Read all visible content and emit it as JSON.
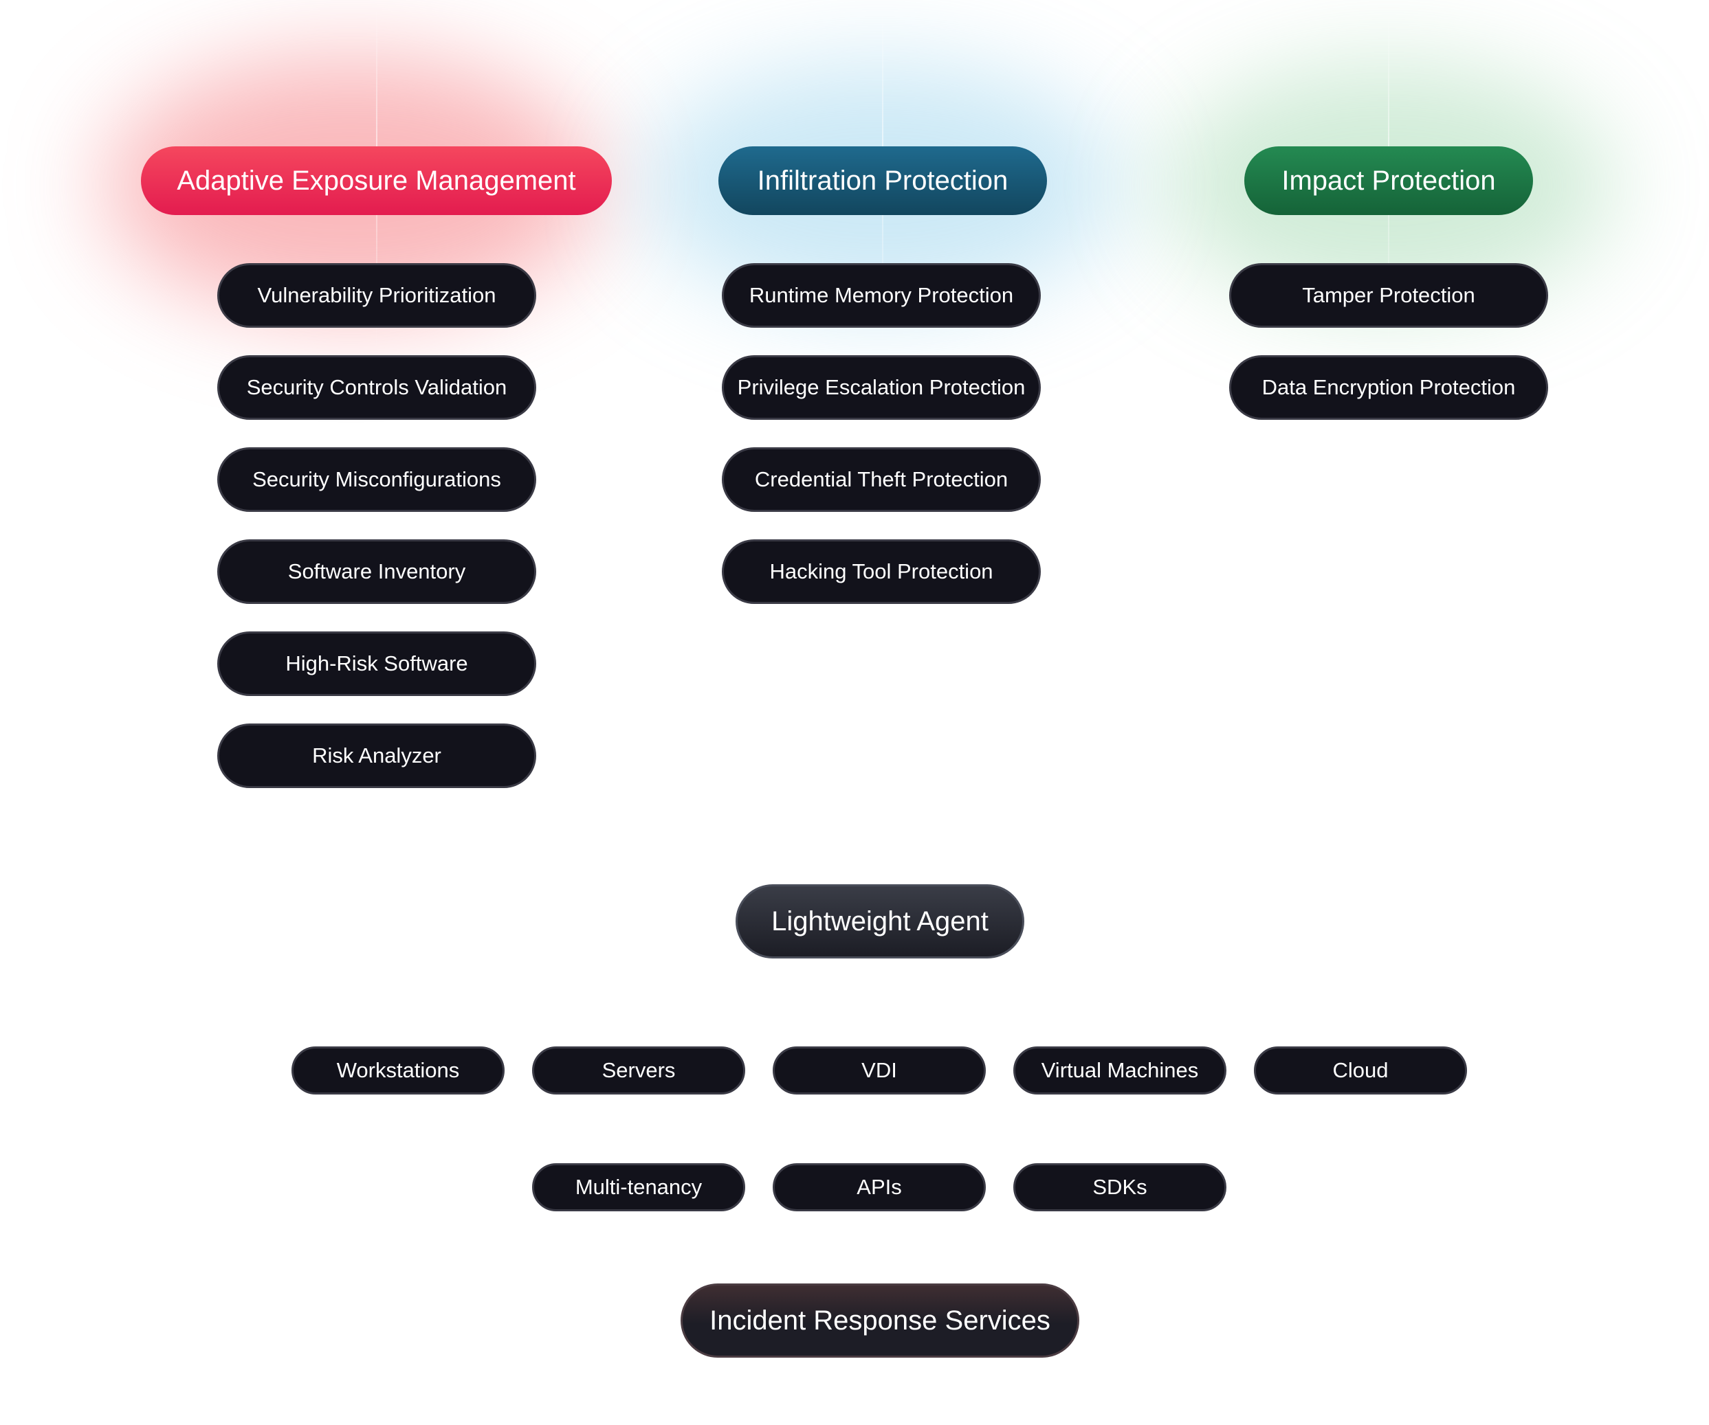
{
  "headers": {
    "exposure": "Adaptive Exposure Management",
    "infiltration": "Infiltration Protection",
    "impact": "Impact Protection"
  },
  "exposure_items": [
    "Vulnerability Prioritization",
    "Security Controls Validation",
    "Security Misconfigurations",
    "Software Inventory",
    "High-Risk Software",
    "Risk Analyzer"
  ],
  "infiltration_items": [
    "Runtime Memory Protection",
    "Privilege Escalation Protection",
    "Credential Theft Protection",
    "Hacking Tool Protection"
  ],
  "impact_items": [
    "Tamper Protection",
    "Data Encryption Protection"
  ],
  "agent": "Lightweight Agent",
  "platforms_row1": [
    "Workstations",
    "Servers",
    "VDI",
    "Virtual Machines",
    "Cloud"
  ],
  "platforms_row2": [
    "Multi-tenancy",
    "APIs",
    "SDKs"
  ],
  "services": "Incident Response Services",
  "colors": {
    "exposure": "#e8254f",
    "infiltration": "#1a5a7a",
    "impact": "#1d7645",
    "pill": "#12121b"
  }
}
